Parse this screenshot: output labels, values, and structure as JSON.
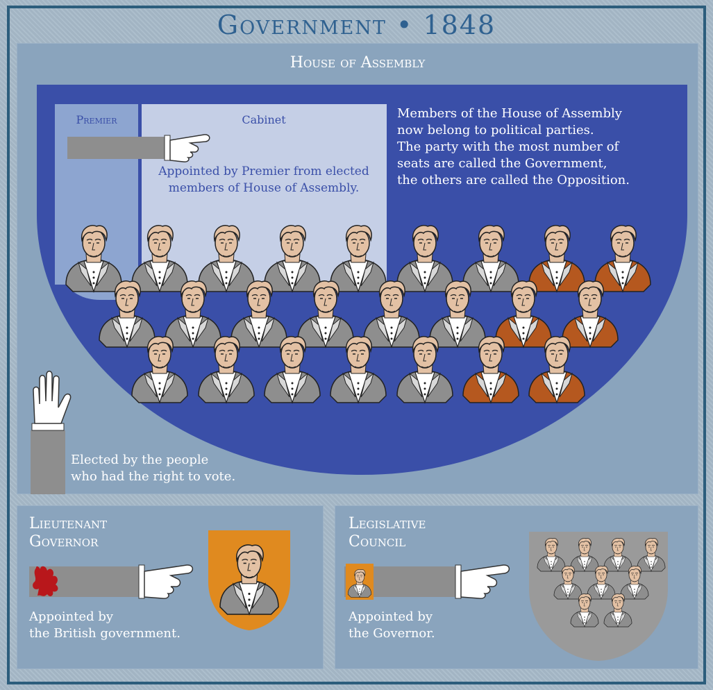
{
  "title": "Government • 1848",
  "assembly": {
    "title": "House of Assembly",
    "premier_label": "Premier",
    "cabinet_label": "Cabinet",
    "cabinet_note_1": "Appointed by Premier from elected",
    "cabinet_note_2": "members of House of Assembly.",
    "description": [
      "Members of the House of Assembly",
      "now belong to political parties.",
      "The party with the most number of",
      "seats are called the Government,",
      "the others are called the Opposition."
    ],
    "elected_note_1": "Elected by the people",
    "elected_note_2": "who had the right to vote."
  },
  "lieutenant_governor": {
    "title_1": "Lieutenant",
    "title_2": "Governor",
    "note_1": "Appointed by",
    "note_2": "the British government."
  },
  "legislative_council": {
    "title_1": "Legislative",
    "title_2": "Council",
    "note_1": "Appointed by",
    "note_2": "the Governor."
  },
  "colors": {
    "background": "#a7bac9",
    "panel": "#8aa4bd",
    "shield": "#3a4fa8",
    "cabinet": "#c5cfe6",
    "premier": "#8da5d0",
    "government_coat": "#8e8e8e",
    "opposition_coat": "#b5581f",
    "governor_shield": "#e08a1f",
    "council_shield": "#9a9a9a",
    "title": "#2f6190"
  },
  "icons": [
    "pointing-hand-icon",
    "raised-hand-icon",
    "red-lion-icon",
    "member-portrait-icon"
  ]
}
